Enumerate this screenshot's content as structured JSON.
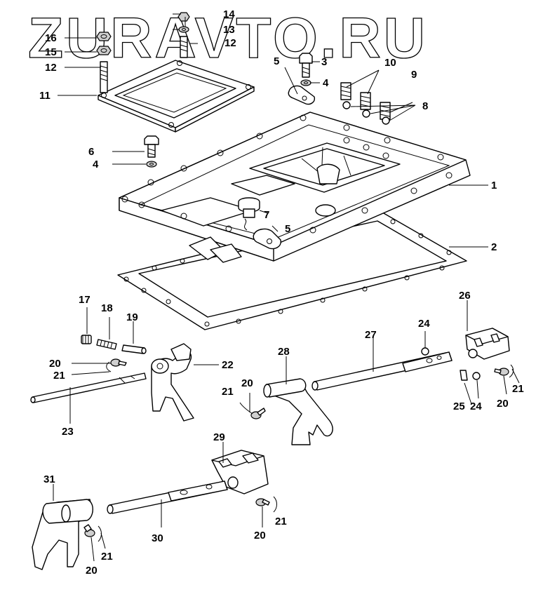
{
  "watermark": "ZURAVTO.RU",
  "colors": {
    "ink": "#000000",
    "background": "#ffffff",
    "shade": "#cfcfcf"
  },
  "callouts": {
    "c1": "1",
    "c2": "2",
    "c3": "3",
    "c4a": "4",
    "c4b": "4",
    "c5a": "5",
    "c5b": "5",
    "c6": "6",
    "c7": "7",
    "c8": "8",
    "c9": "9",
    "c10": "10",
    "c11": "11",
    "c12a": "12",
    "c12b": "12",
    "c13": "13",
    "c14": "14",
    "c15": "15",
    "c16": "16",
    "c17": "17",
    "c18": "18",
    "c19": "19",
    "c20a": "20",
    "c20b": "20",
    "c20c": "20",
    "c20d": "20",
    "c20e": "20",
    "c21a": "21",
    "c21b": "21",
    "c21c": "21",
    "c21d": "21",
    "c21e": "21",
    "c22": "22",
    "c23": "23",
    "c24a": "24",
    "c24b": "24",
    "c25": "25",
    "c26": "26",
    "c27": "27",
    "c28": "28",
    "c29": "29",
    "c30": "30",
    "c31": "31"
  }
}
